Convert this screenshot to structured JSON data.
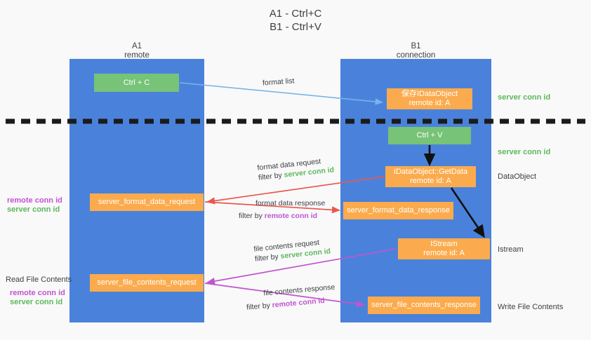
{
  "title": {
    "line1": "A1 - Ctrl+C",
    "line2": "B1 - Ctrl+V"
  },
  "colors": {
    "lane": "#4a82db",
    "box_green": "#77c377",
    "box_orange": "#fbab4d",
    "server_conn": "#5cb85c",
    "remote_conn": "#c154d1",
    "arrow_blue": "#79b4e8",
    "arrow_red": "#e8584f",
    "arrow_purple": "#c154d1",
    "arrow_black": "#000000",
    "background": "#f9f9f9"
  },
  "lanes": [
    {
      "id": "a1",
      "name": "A1",
      "sub": "remote"
    },
    {
      "id": "b1",
      "name": "B1",
      "sub": "connection"
    }
  ],
  "boxes": {
    "ctrl_c": {
      "label": "Ctrl + C"
    },
    "save_idataobject": {
      "line1": "保存IDataObject",
      "line2": "remote id: A"
    },
    "ctrl_v": {
      "label": "Ctrl + V"
    },
    "getdata": {
      "line1": "IDataObject::GetData",
      "line2": "remote id: A"
    },
    "format_data_request": {
      "label": "server_format_data_request"
    },
    "format_data_response": {
      "label": "server_format_data_response"
    },
    "istream": {
      "line1": "IStream",
      "line2": "remote id: A"
    },
    "file_contents_request": {
      "label": "server_file_contents_request"
    },
    "file_contents_response": {
      "label": "server_file_contents_response"
    }
  },
  "edge_labels": {
    "format_list": "format list",
    "format_data_request": "format data request",
    "format_data_request_filter_prefix": "filter by ",
    "format_data_request_filter_key": "server conn id",
    "format_data_response": "format data response",
    "format_data_response_filter_prefix": "filter by ",
    "format_data_response_filter_key": "remote conn id",
    "file_contents_request": "file contents request",
    "file_contents_request_filter_prefix": "filter by ",
    "file_contents_request_filter_key": "server conn id",
    "file_contents_response": "file contents response",
    "file_contents_response_filter_prefix": "filter by ",
    "file_contents_response_filter_key": "remote conn id"
  },
  "right_labels": {
    "server_conn_top": "server conn id",
    "server_conn_mid": "server conn id",
    "dataobject": "DataObject",
    "istream": "Istream",
    "write_file_contents": "Write File Contents"
  },
  "left_labels": {
    "remote_conn_upper": "remote conn id",
    "server_conn_upper": "server conn id",
    "read_file_contents": "Read File Contents",
    "remote_conn_lower": "remote conn id",
    "server_conn_lower": "server conn id"
  }
}
